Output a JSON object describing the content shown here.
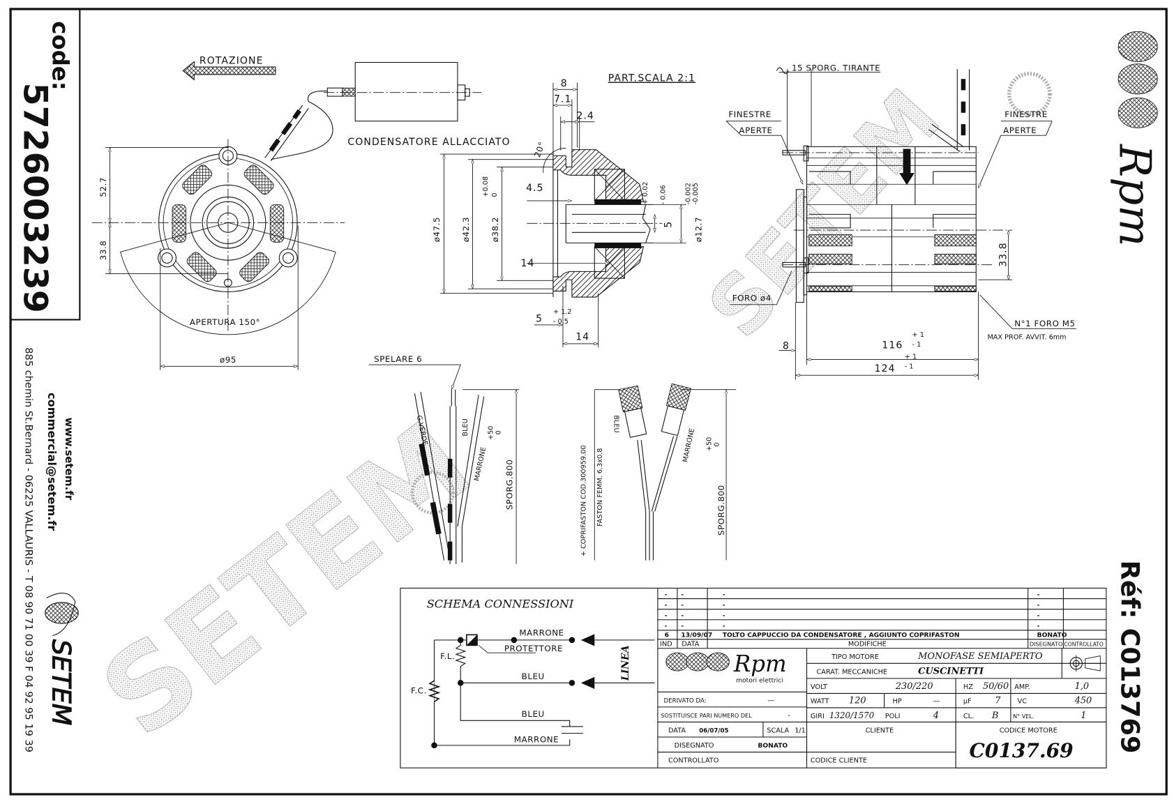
{
  "header": {
    "code_label": "code:",
    "code": "5726003239"
  },
  "company": {
    "website": "www.setem.fr",
    "email": "commercial@setem.fr",
    "address": "885 chemin St.Bernard  -  06225 VALLAURIS  -  T 08 90 71 00 39  F 04 92 95 19 39",
    "logo_text": "SETEM"
  },
  "brand": {
    "logo": "Rpm",
    "reference_label": "Réf:",
    "reference": "C013769"
  },
  "watermark": "SETEM",
  "front_view": {
    "rotation": "ROTAZIONE",
    "capacitor": "CONDENSATORE ALLACCIATO",
    "dim_top": "52.7",
    "dim_bottom": "33.8",
    "opening": "APERTURA 150°",
    "diameter": "ø95"
  },
  "detail_view": {
    "title": "PART.SCALA 2:1",
    "dim_8": "8",
    "dim_7_1": "7.1",
    "dim_2_4": "2.4",
    "angle": "20°",
    "dim_4_5": "4.5",
    "dim_14_left": "14",
    "dim_5_bottom": "5",
    "tol_plus_1_2": "+ 1.2",
    "tol_minus_0_5": "- 0.5",
    "dim_14_bottom": "14",
    "dia_47_5": "ø47.5",
    "dia_42_3": "ø42.3",
    "dia_38_2": "ø38.2",
    "tol_38_plus": "+0.08",
    "tol_38_zero": "0",
    "tol_5_plus": "+ 0.02",
    "tol_5_minus": "- 0.06",
    "dim_5_right": "5",
    "dia_12_7": "ø12.7",
    "tol_12_a": "-0.002",
    "tol_12_b": "-0.005"
  },
  "side_view": {
    "tie_rod": "15 SPORG. TIRANTE",
    "windows_left": [
      "FINESTRE",
      "APERTE"
    ],
    "windows_right": [
      "FINESTRE",
      "APERTE"
    ],
    "hole_left": "FORO ø4",
    "hole_right": "N°1 FORO M5",
    "hole_right_note": "MAX PROF. AVVIT. 6mm",
    "dim_height": "33.8",
    "dim_8": "8",
    "dim_116": "116",
    "dim_124": "124",
    "tol_plus": "+ 1",
    "tol_minus": "- 1"
  },
  "leads_left": {
    "strip": "SPELARE 6",
    "wires": [
      "G.VERDE",
      "BLEU",
      "MARRONE"
    ],
    "length": "SPORG.800",
    "tol_plus": "+50",
    "tol_zero": "0"
  },
  "leads_right": {
    "cover": "+ COPRIFASTON COD.300959.00",
    "faston": "FASTON FEMM. 6.3x0.8",
    "wires": [
      "BLEU",
      "MARRONE"
    ],
    "length": "SPORG.800",
    "tol_plus": "+50",
    "tol_zero": "0"
  },
  "schema": {
    "title": "SCHEMA CONNESSIONI",
    "marrone_top": "MARRONE",
    "protector": "PROTETTORE",
    "bleu_line": "BLEU",
    "bleu_cap": "BLEU",
    "marrone_cap": "MARRONE",
    "fl": "F.L.",
    "fc": "F.C.",
    "linea": "LINEA"
  },
  "title_block": {
    "revisions": [
      {
        "ind": "-",
        "data": "-",
        "mod": "-",
        "dis": "-"
      },
      {
        "ind": "-",
        "data": "-",
        "mod": "-",
        "dis": "-"
      },
      {
        "ind": "-",
        "data": "-",
        "mod": "-",
        "dis": "-"
      },
      {
        "ind": "-",
        "data": "-",
        "mod": "-",
        "dis": "-"
      },
      {
        "ind": "6",
        "data": "13/09/07",
        "mod": "TOLTO CAPPUCCIO DA CONDENSATORE , AGGIUNTO COPRIFASTON",
        "dis": "BONATO"
      }
    ],
    "hdr_ind": "IND",
    "hdr_data": "DATA",
    "hdr_mod": "MODIFICHE",
    "hdr_dis": "DISEGNATO",
    "hdr_ctrl": "CONTROLLATO",
    "logo_sub": "motori elettrici",
    "tipo_label": "TIPO MOTORE",
    "tipo": "MONOFASE  SEMIAPERTO",
    "carat_label": "CARAT. MECCANICHE",
    "carat": "CUSCINETTI",
    "volt_label": "VOLT",
    "volt": "230/220",
    "hz_label": "HZ",
    "hz": "50/60",
    "amp_label": "AMP.",
    "amp": "1,0",
    "watt_label": "WATT",
    "watt": "120",
    "hp_label": "HP",
    "hp": "—",
    "uf_label": "µF",
    "uf": "7",
    "vc_label": "VC",
    "vc": "450",
    "giri_label": "GIRI",
    "giri": "1320/1570",
    "poli_label": "POLI",
    "poli": "4",
    "cl_label": "CL.",
    "cl": "B",
    "nvel_label": "N° VEL.",
    "nvel": "1",
    "derivato_label": "DERIVATO DA:",
    "derivato": "—",
    "sostituisce_label": "SOSTITUISCE PARI NUMERO DEL",
    "sostituisce": "-",
    "data_label": "DATA",
    "data": "06/07/05",
    "scala_label": "SCALA",
    "scala": "1/1",
    "disegnato_label": "DISEGNATO",
    "disegnato": "BONATO",
    "controllato_label": "CONTROLLATO",
    "cliente_label": "CLIENTE",
    "codice_cliente_label": "CODICE CLIENTE",
    "codice_motore_label": "CODICE MOTORE",
    "codice_motore": "C0137.69"
  }
}
